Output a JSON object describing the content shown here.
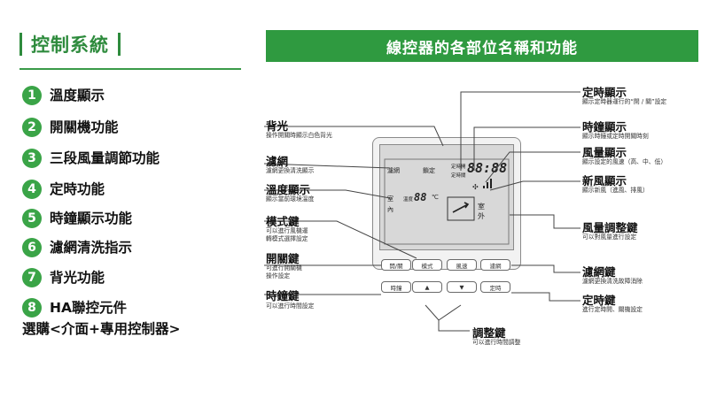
{
  "left": {
    "section_title": "控制系統",
    "features": [
      {
        "num": "1",
        "label": "溫度顯示"
      },
      {
        "num": "2",
        "label": "開關機功能"
      },
      {
        "num": "3",
        "label": "三段風量調節功能"
      },
      {
        "num": "4",
        "label": "定時功能"
      },
      {
        "num": "5",
        "label": "時鐘顯示功能"
      },
      {
        "num": "6",
        "label": "濾網清洗指示"
      },
      {
        "num": "7",
        "label": "背光功能"
      },
      {
        "num": "8",
        "label": "HA聯控元件"
      }
    ],
    "feature8_sub": "選購<介面+專用控制器>"
  },
  "right": {
    "banner": "線控器的各部位名稱和功能",
    "lcd": {
      "filter": "濾網",
      "lock": "鎖定",
      "timer_on": "定時開",
      "timer_off": "定時關",
      "clock_digits": "88:88",
      "room": "室",
      "inside": "內",
      "temp_tag": "溫度",
      "temp_digits": "88",
      "deg": "℃",
      "outside1": "室",
      "outside2": "外"
    },
    "buttons": {
      "power": "開/關",
      "mode": "模式",
      "fan": "風速",
      "filter": "濾網",
      "clock": "時鐘",
      "up": "▲",
      "down": "▼",
      "timer": "定時"
    },
    "annotations": {
      "timer_display": {
        "title": "定時顯示",
        "desc": "顯示定時器運行的“開 / 關”設定"
      },
      "clock_display": {
        "title": "時鐘顯示",
        "desc": "顯示時鐘或定時開關時刻"
      },
      "fan_display": {
        "title": "風量顯示",
        "desc": "顯示設定的風速（高、中、低）"
      },
      "new_air_display": {
        "title": "新風顯示",
        "desc": "顯示新風（進風、排風）"
      },
      "backlight": {
        "title": "背光",
        "desc": "操作開關時顯示白色背光"
      },
      "filter": {
        "title": "濾網",
        "desc": "濾網更換清洗顯示"
      },
      "temp_display": {
        "title": "溫度顯示",
        "desc": "顯示當前環境溫度"
      },
      "mode_key": {
        "title": "模式鍵",
        "desc1": "可以進行風機運",
        "desc2": "轉模式選擇設定"
      },
      "power_key": {
        "title": "開關鍵",
        "desc1": "可進行開關機",
        "desc2": "操作設定"
      },
      "clock_key": {
        "title": "時鐘鍵",
        "desc": "可以進行時間設定"
      },
      "fan_adjust_key": {
        "title": "風量調整鍵",
        "desc": "可以對風量進行設定"
      },
      "filter_key": {
        "title": "濾網鍵",
        "desc": "濾網更換清洗故障消除"
      },
      "timer_key": {
        "title": "定時鍵",
        "desc": "進行定時開、關機設定"
      },
      "adjust_key": {
        "title": "調整鍵",
        "desc": "可以進行時間調整"
      }
    }
  }
}
